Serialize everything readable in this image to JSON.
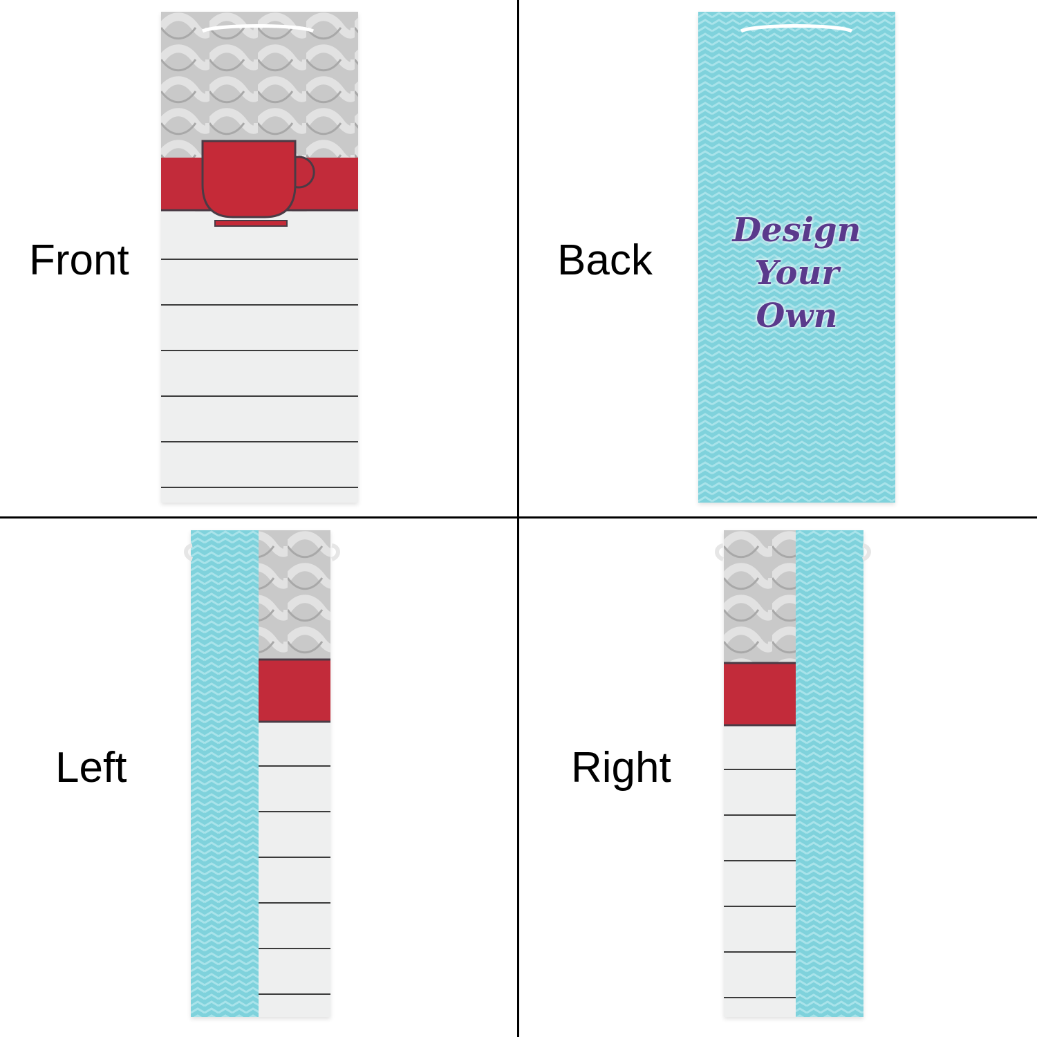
{
  "views": {
    "front": {
      "label": "Front"
    },
    "back": {
      "label": "Back",
      "text_line1": "Design",
      "text_line2": "Your",
      "text_line3": "Own"
    },
    "left": {
      "label": "Left"
    },
    "right": {
      "label": "Right"
    }
  },
  "colors": {
    "chevron_base": "#7fd2dc",
    "chevron_light": "#a9e3ea",
    "knit": "#c8c8c8",
    "stripe_red": "#c22b3a",
    "cup_red": "#c52a38",
    "cup_outline": "#4a3b45",
    "wood": "#eeefef",
    "wood_line": "#3a3a3a",
    "purple_text": "#5a3a8c"
  }
}
